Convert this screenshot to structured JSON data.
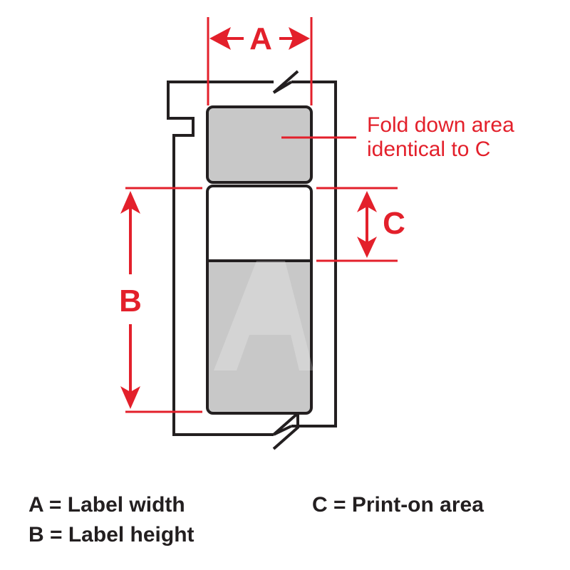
{
  "dimensions": {
    "a": "A",
    "b": "B",
    "c": "C"
  },
  "note": {
    "line1": "Fold down area",
    "line2": "identical to C"
  },
  "legend": {
    "a": "A = Label width",
    "b": "B = Label height",
    "c": "C = Print-on area"
  },
  "colors": {
    "dimension_red": "#e3202b",
    "label_gray": "#c8c8c8",
    "outline": "#231f20"
  }
}
